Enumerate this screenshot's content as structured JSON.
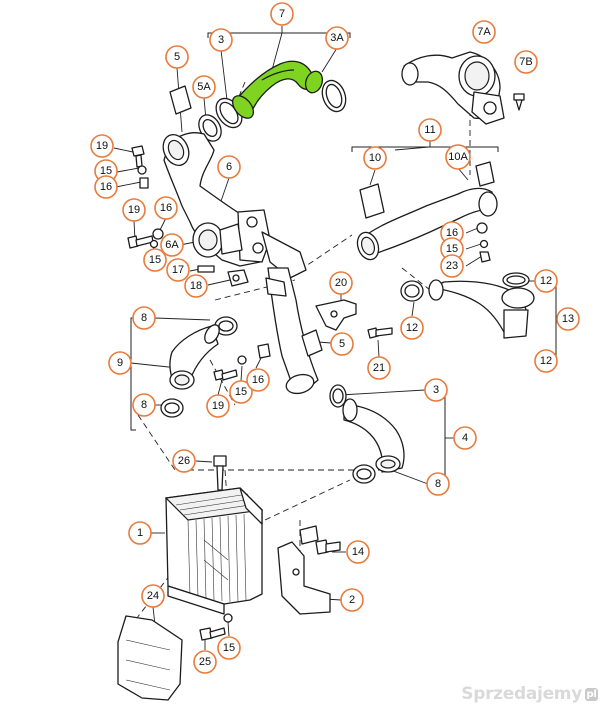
{
  "callouts": {
    "c7": "7",
    "c3a": "3",
    "c3A": "3A",
    "c7A": "7A",
    "c7B": "7B",
    "c5a": "5",
    "c5A": "5A",
    "c19a": "19",
    "c15a": "15",
    "c16a": "16",
    "c6": "6",
    "c11": "11",
    "c10": "10",
    "c10A": "10A",
    "c19b": "19",
    "c16b": "16",
    "c6A": "6A",
    "c15b": "15",
    "c17": "17",
    "c18": "18",
    "c16c": "16",
    "c15c": "15",
    "c23": "23",
    "c12a": "12",
    "c12b": "12",
    "c13": "13",
    "c12c": "12",
    "c20": "20",
    "c5b": "5",
    "c21": "21",
    "c8a": "8",
    "c9": "9",
    "c19c": "19",
    "c15d": "15",
    "c16d": "16",
    "c8b": "8",
    "c3b": "3",
    "c4": "4",
    "c8c": "8",
    "c26": "26",
    "c1": "1",
    "c14": "14",
    "c2": "2",
    "c24": "24",
    "c25": "25",
    "c15e": "15"
  },
  "watermark": "Sprzedajemy",
  "watermark_badge": "pl",
  "colors": {
    "highlight_hose": "#7fd321",
    "callout_ring": "#e87b3c"
  }
}
